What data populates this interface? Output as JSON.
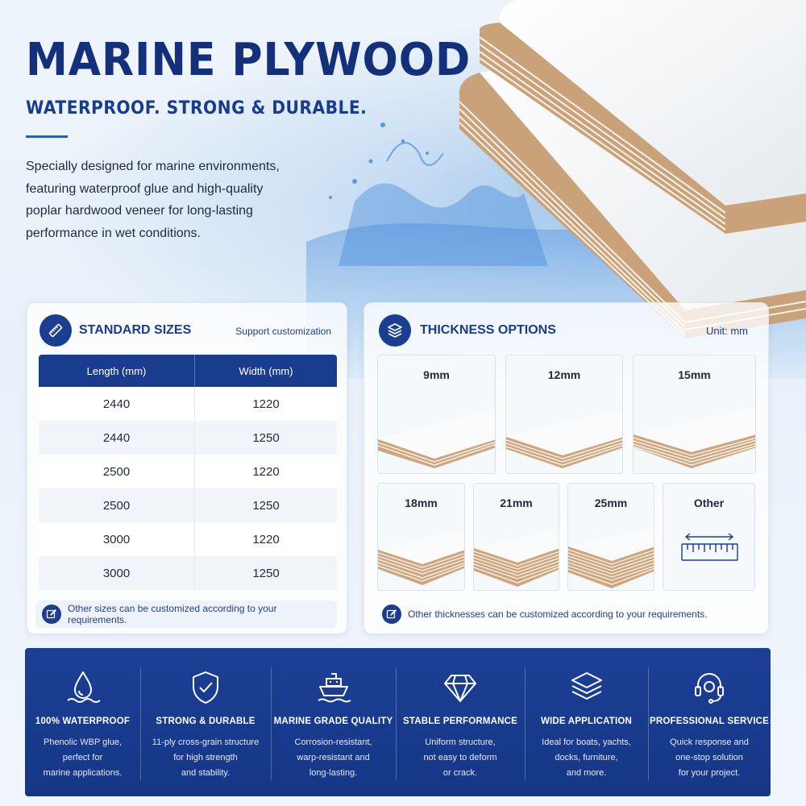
{
  "hero": {
    "title": "MARINE PLYWOOD",
    "subtitle": "WATERPROOF. STRONG & DURABLE.",
    "description": "Specially designed for marine environments, featuring waterproof glue and high-quality poplar hardwood veneer for long-lasting performance in wet conditions."
  },
  "sizes": {
    "title": "STANDARD SIZES",
    "note": "Support customization",
    "columns": [
      "Length (mm)",
      "Width (mm)"
    ],
    "rows": [
      [
        "2440",
        "1220"
      ],
      [
        "2440",
        "1250"
      ],
      [
        "2500",
        "1220"
      ],
      [
        "2500",
        "1250"
      ],
      [
        "3000",
        "1220"
      ],
      [
        "3000",
        "1250"
      ]
    ],
    "footnote": "Other sizes can be customized according to your requirements."
  },
  "thickness": {
    "title": "THICKNESS OPTIONS",
    "unit": "Unit: mm",
    "options": [
      "9mm",
      "12mm",
      "15mm",
      "18mm",
      "21mm",
      "25mm",
      "Other"
    ],
    "footnote": "Other thicknesses can be customized according to your requirements."
  },
  "features": [
    {
      "icon": "water-drop-icon",
      "title": "100% WATERPROOF",
      "desc": "Phenolic WBP glue,\nperfect for\nmarine applications."
    },
    {
      "icon": "shield-check-icon",
      "title": "STRONG & DURABLE",
      "desc": "11-ply cross-grain structure\nfor high strength\nand stability."
    },
    {
      "icon": "ship-icon",
      "title": "MARINE GRADE QUALITY",
      "desc": "Corrosion-resistant,\nwarp-resistant and\nlong-lasting."
    },
    {
      "icon": "diamond-icon",
      "title": "STABLE PERFORMANCE",
      "desc": "Uniform structure,\nnot easy to deform\nor crack."
    },
    {
      "icon": "layers-icon",
      "title": "WIDE APPLICATION",
      "desc": "Ideal for boats, yachts,\ndocks, furniture,\nand more."
    },
    {
      "icon": "headset-icon",
      "title": "PROFESSIONAL SERVICE",
      "desc": "Quick response and\none-stop solution\nfor your project."
    }
  ],
  "colors": {
    "brand": "#1b3d92",
    "accent": "#2a5cc4",
    "panel": "#ffffff"
  }
}
